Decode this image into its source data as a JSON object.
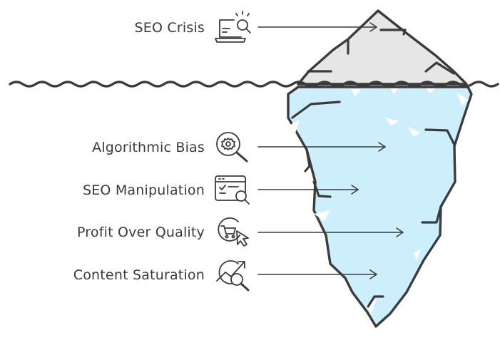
{
  "diagram": {
    "colors": {
      "ink": "#3b3b3b",
      "tip_fill": "#e6e6e6",
      "underwater_fill": "#cdeefb",
      "highlight": "#ffffff"
    },
    "above_water": [
      {
        "label": "SEO Crisis",
        "icon": "laptop-search-icon"
      }
    ],
    "below_water": [
      {
        "label": "Algorithmic Bias",
        "icon": "gear-magnifier-icon"
      },
      {
        "label": "SEO Manipulation",
        "icon": "browser-search-icon"
      },
      {
        "label": "Profit Over Quality",
        "icon": "cart-cursor-icon"
      },
      {
        "label": "Content Saturation",
        "icon": "trend-magnifier-icon"
      }
    ]
  }
}
